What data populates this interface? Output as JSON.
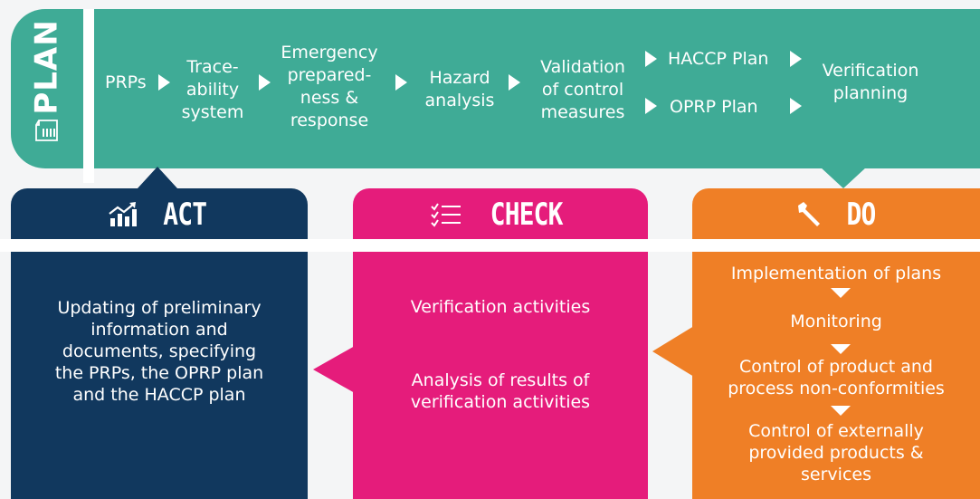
{
  "plan": {
    "title": "PLAN",
    "steps": [
      "PRPs",
      "Trace-\nability\nsystem",
      "Emergency\nprepared-\nness &\nresponse",
      "Hazard\nanalysis",
      "Validation\nof control\nmeasures",
      "HACCP Plan",
      "OPRP Plan",
      "Verification\nplanning"
    ]
  },
  "act": {
    "title": "ACT",
    "icon": "chart-growth-icon",
    "body": "Updating of preliminary\ninformation and\ndocuments, specifying\nthe PRPs, the OPRP plan\nand the HACCP plan"
  },
  "check": {
    "title": "CHECK",
    "icon": "checklist-icon",
    "items": [
      "Verification activities",
      "Analysis of results of\nverification activities"
    ]
  },
  "do": {
    "title": "DO",
    "icon": "wrench-icon",
    "items": [
      "Implementation of plans",
      "Monitoring",
      "Control of product and\nprocess non-conformities",
      "Control of externally\nprovided products &\nservices"
    ]
  },
  "colors": {
    "plan": "#3fab96",
    "act": "#11385e",
    "check": "#e51c7b",
    "do": "#ef7f26"
  }
}
